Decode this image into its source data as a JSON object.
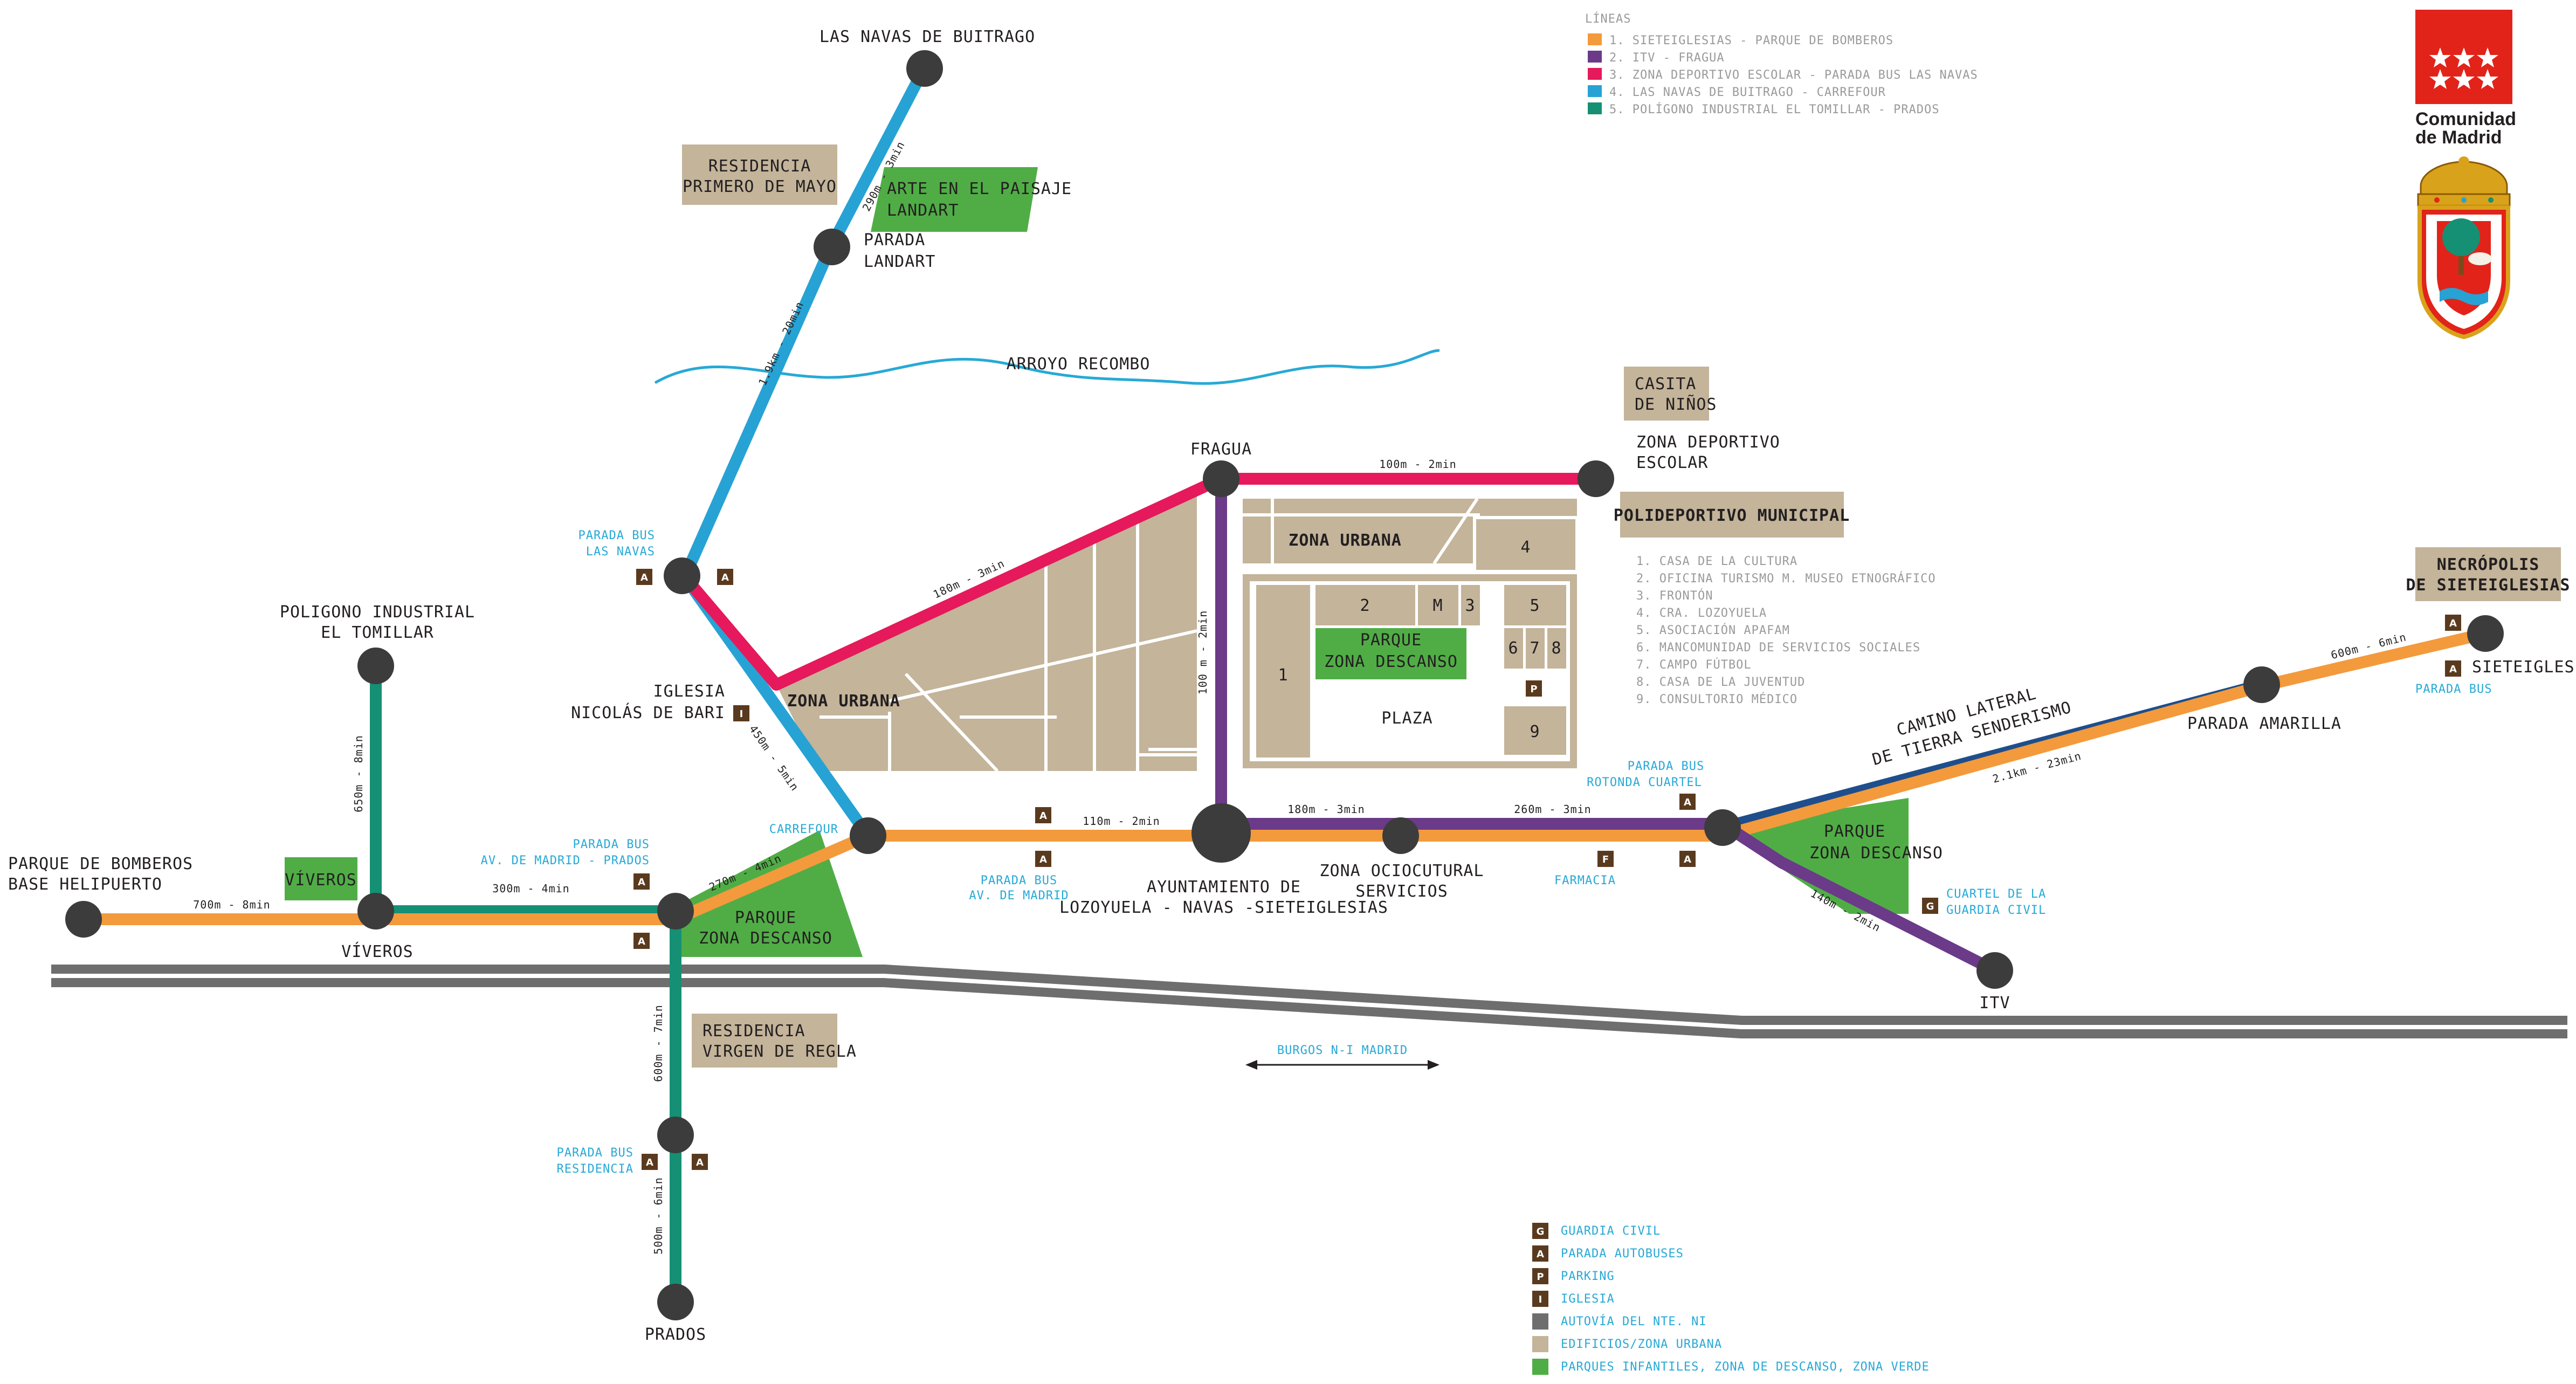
{
  "colors": {
    "line1": "#f39a3c",
    "line2": "#6b3a88",
    "line3": "#e5195b",
    "line4": "#27a2d4",
    "line5": "#159074",
    "trail": "#1e4e8c",
    "urban": "#c3b49a",
    "green": "#50ad46",
    "road": "#6e6e6e",
    "station": "#3c3c3c",
    "badge": "#5a3a1e",
    "river": "#27a9d6",
    "madrid_red": "#e2231a"
  },
  "legend_lines": {
    "title": "LÍNEAS",
    "items": [
      {
        "label": "1. SIETEIGLESIAS - PARQUE DE BOMBEROS",
        "color": "#f39a3c"
      },
      {
        "label": "2. ITV - FRAGUA",
        "color": "#6b3a88"
      },
      {
        "label": "3. ZONA DEPORTIVO ESCOLAR - PARADA BUS LAS NAVAS",
        "color": "#e5195b"
      },
      {
        "label": "4. LAS NAVAS DE BUITRAGO - CARREFOUR",
        "color": "#27a2d4"
      },
      {
        "label": "5. POLÍGONO INDUSTRIAL EL TOMILLAR - PRADOS",
        "color": "#159074"
      }
    ]
  },
  "legend_symbols": {
    "items": [
      {
        "badge": "G",
        "label": "GUARDIA CIVIL",
        "kind": "badge"
      },
      {
        "badge": "A",
        "label": "PARADA AUTOBUSES",
        "kind": "badge"
      },
      {
        "badge": "P",
        "label": "PARKING",
        "kind": "badge"
      },
      {
        "badge": "I",
        "label": "IGLESIA",
        "kind": "badge"
      },
      {
        "badge": "",
        "label": "AUTOVÍA DEL NTE. NI",
        "kind": "road"
      },
      {
        "badge": "",
        "label": "EDIFICIOS/ZONA URBANA",
        "kind": "urban"
      },
      {
        "badge": "",
        "label": "PARQUES INFANTILES, ZONA DE DESCANSO, ZONA VERDE",
        "kind": "green"
      }
    ]
  },
  "logo": {
    "line1": "Comunidad",
    "line2": "de Madrid"
  },
  "stations": {
    "navas": "LAS NAVAS DE BUITRAGO",
    "landart_1": "PARADA",
    "landart_2": "LANDART",
    "fragua": "FRAGUA",
    "zona_dep_1": "ZONA DEPORTIVO",
    "zona_dep_2": "ESCOLAR",
    "poligono_1": "POLIGONO INDUSTRIAL",
    "poligono_2": "EL TOMILLAR",
    "iglesia_1": "IGLESIA",
    "iglesia_2": "NICOLÁS DE BARI",
    "bomberos_1": "PARQUE DE BOMBEROS",
    "bomberos_2": "BASE HELIPUERTO",
    "viveros": "VÍVEROS",
    "ayto_1": "AYUNTAMIENTO DE",
    "ayto_2": "LOZOYUELA - NAVAS -SIETEIGLESIAS",
    "ocio_1": "ZONA OCIOCUTURAL",
    "ocio_2": "SERVICIOS",
    "itv": "ITV",
    "amarilla": "PARADA AMARILLA",
    "sieteiglesias": "SIETEIGLESIAS",
    "prados": "PRADOS"
  },
  "blue_labels": {
    "parada_navas_1": "PARADA BUS",
    "parada_navas_2": "LAS NAVAS",
    "carrefour": "CARREFOUR",
    "av_madrid_prados_1": "PARADA BUS",
    "av_madrid_prados_2": "AV. DE MADRID - PRADOS",
    "av_madrid_1": "PARADA BUS",
    "av_madrid_2": "AV. DE MADRID",
    "rotonda_1": "PARADA BUS",
    "rotonda_2": "ROTONDA CUARTEL",
    "farmacia": "FARMACIA",
    "cuartel_1": "CUARTEL DE LA",
    "cuartel_2": "GUARDIA CIVIL",
    "parada_bus_siete": "PARADA BUS",
    "residencia_1": "PARADA BUS",
    "residencia_2": "RESIDENCIA",
    "burgos": "BURGOS  N-I  MADRID"
  },
  "distances": {
    "d_navas_landart": "290m - 3min",
    "d_landart_lasnavas": "1.9km - 20min",
    "d_navas_carrefour": "450m - 5min",
    "d_fragua_zonadep": "100m - 2min",
    "d_iglesia_fragua": "180m - 3min",
    "d_fragua_ayto": "100 m - 2min",
    "d_carrefour_ayto": "110m - 2min",
    "d_ayto_ocio": "180m - 3min",
    "d_ocio_rotonda": "260m - 3min",
    "d_rotonda_itv": "140m - 2min",
    "d_rotonda_amarilla": "2.1km - 23min",
    "d_amarilla_siete": "600m - 6min",
    "d_bomberos_viveros": "700m - 8min",
    "d_viveros_prados": "300m - 4min",
    "d_poligono_viveros": "650m - 8min",
    "d_prados_carrefour": "270m - 4min",
    "d_prados_residencia": "600m - 7min",
    "d_residencia_prados": "500m - 6min"
  },
  "boxes": {
    "residencia_mayo_1": "RESIDENCIA",
    "residencia_mayo_2": "PRIMERO DE MAYO",
    "arte_1": "ARTE EN EL PAISAJE",
    "arte_2": "LANDART",
    "casita_1": "CASITA",
    "casita_2": "DE NIÑOS",
    "polideportivo": "POLIDEPORTIVO MUNICIPAL",
    "necropolis_1": "NECRÓPOLIS",
    "necropolis_2": "DE SIETEIGLESIAS",
    "viveros_box": "VÍVEROS",
    "parque_prados_1": "PARQUE",
    "parque_prados_2": "ZONA DESCANSO",
    "parque_rotonda_1": "PARQUE",
    "parque_rotonda_2": "ZONA DESCANSO",
    "residencia_regla_1": "RESIDENCIA",
    "residencia_regla_2": "VIRGEN DE REGLA",
    "parque_plaza_1": "PARQUE",
    "parque_plaza_2": "ZONA DESCANSO",
    "zona_urbana_1": "ZONA URBANA",
    "zona_urbana_2": "ZONA URBANA",
    "plaza": "PLAZA"
  },
  "misc": {
    "arroyo": "ARROYO RECOMBO",
    "camino_1": "CAMINO LATERAL",
    "camino_2": "DE TIERRA SENDERISMO"
  },
  "plaza_blocks": [
    "1",
    "2",
    "M",
    "3",
    "4",
    "5",
    "6",
    "7",
    "8",
    "9",
    "P"
  ],
  "building_list": [
    "1. CASA DE LA CULTURA",
    "2. OFICINA TURISMO M. MUSEO ETNOGRÁFICO",
    "3. FRONTÓN",
    "4. CRA. LOZOYUELA",
    "5. ASOCIACIÓN APAFAM",
    "6. MANCOMUNIDAD DE SERVICIOS SOCIALES",
    "7. CAMPO FÚTBOL",
    "8. CASA DE LA JUVENTUD",
    "9. CONSULTORIO MÉDICO"
  ]
}
